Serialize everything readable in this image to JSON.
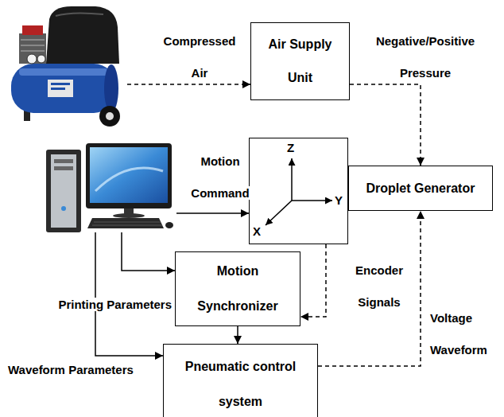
{
  "diagram": {
    "nodes": [
      {
        "text": [
          "Air Supply Unit"
        ]
      },
      {
        "text": [
          "Z",
          "Y",
          "X"
        ]
      },
      {
        "text": [
          "Droplet Generator"
        ]
      },
      {
        "text": [
          "Motion Synchronizer"
        ]
      },
      {
        "text": [
          "Pneumatic control system"
        ]
      }
    ],
    "edges": [
      {
        "from": 0,
        "to": 2,
        "arrow": "to",
        "label": "Negative/Positive Pressure"
      },
      {
        "from": 1,
        "to": 3,
        "arrow": "to",
        "label": "Encoder Signals"
      },
      {
        "from": 3,
        "to": 4,
        "arrow": "to"
      },
      {
        "from": 4,
        "to": 2,
        "arrow": "to",
        "label": "Voltage Waveform"
      }
    ],
    "labels": [
      "Compressed Air",
      "Motion Command",
      "Printing Parameters",
      "Waveform Parameters"
    ]
  }
}
